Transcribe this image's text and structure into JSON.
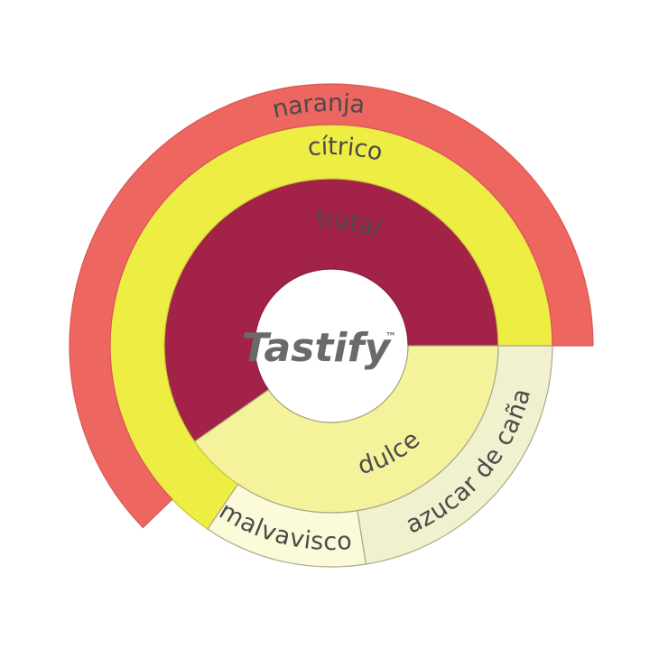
{
  "brand": {
    "name": "Tastify",
    "trademark": "™"
  },
  "chart_data": {
    "type": "sunburst",
    "title": "",
    "units": "degrees",
    "nodes": [
      {
        "label": "frutal",
        "ring": 1,
        "start": 0,
        "end": 215,
        "color": "#a32248",
        "stroke": "#8a1c3c"
      },
      {
        "label": "dulce",
        "ring": 1,
        "start": 215,
        "end": 360,
        "color": "#f5f29c",
        "stroke": "#a6a476"
      },
      {
        "label": "cítrico",
        "ring": 2,
        "start": 0,
        "end": 236,
        "color": "#eded44",
        "stroke": "#c9c93a"
      },
      {
        "label": "azucar de caña",
        "ring": 2,
        "start": 279,
        "end": 360,
        "color": "#f1f1cf",
        "stroke": "#a9a98a"
      },
      {
        "label": "malvavisco",
        "ring": 2,
        "start": 236,
        "end": 279,
        "color": "#fbfbd9",
        "stroke": "#a9a98a"
      },
      {
        "label": "naranja",
        "ring": 3,
        "start": 0,
        "end": 224,
        "color": "#ee6660",
        "stroke": "#d95652"
      }
    ]
  }
}
